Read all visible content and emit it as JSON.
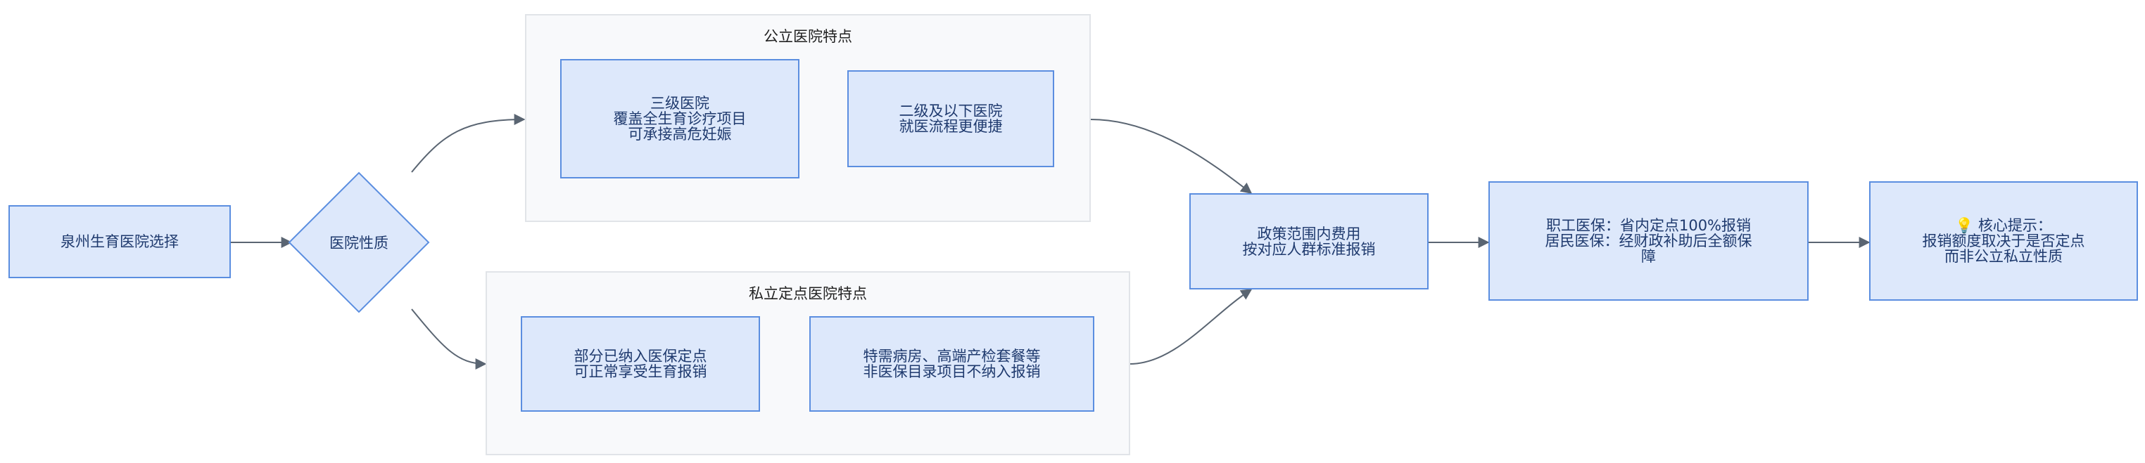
{
  "groups": {
    "public": "公立医院特点",
    "private": "私立定点医院特点"
  },
  "nodes": {
    "start": "泉州生育医院选择",
    "decision": "医院性质",
    "tier3": "三级医院\n覆盖全生育诊疗项目\n可承接高危妊娠",
    "tier2": "二级及以下医院\n就医流程更便捷",
    "private_insured": "部分已纳入医保定点\n可正常享受生育报销",
    "private_special": "特需病房、高端产检套餐等\n非医保目录项目不纳入报销",
    "policy": "政策范围内费用\n按对应人群标准报销",
    "insurance": "职工医保：省内定点100%报销\n居民医保：经财政补助后全额保\n障",
    "tip": "💡 核心提示：\n报销额度取决于是否定点\n而非公立私立性质"
  },
  "colors": {
    "node_fill": "#dde8fb",
    "node_border": "#5b8ee0",
    "group_fill": "#f8f9fb",
    "group_border": "#e1e4e8",
    "edge": "#5a6572",
    "text": "#1f3a6e"
  }
}
